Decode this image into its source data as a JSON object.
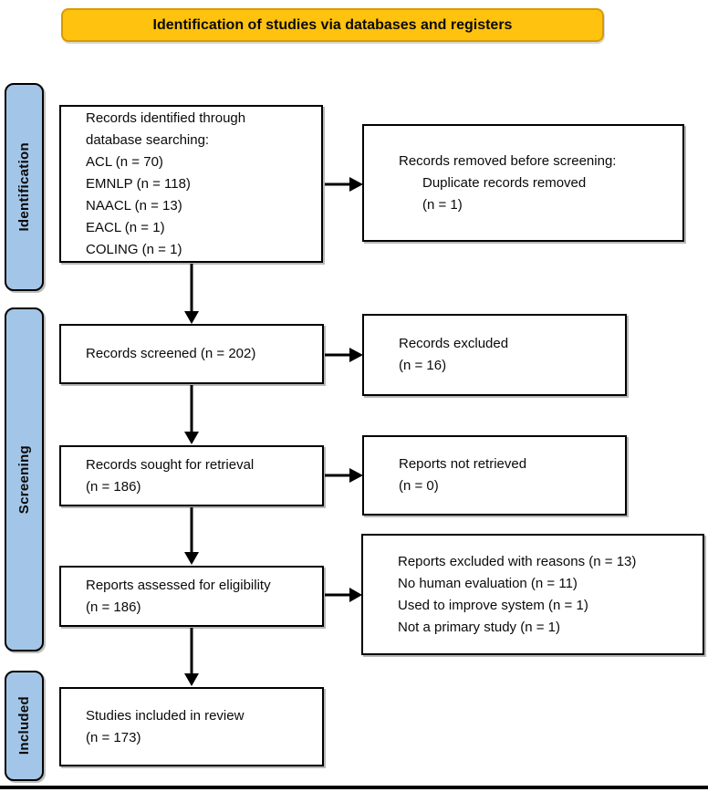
{
  "banner": {
    "text": "Identification of studies via databases and registers"
  },
  "stages": {
    "identification": "Identification",
    "screening": "Screening",
    "included": "Included"
  },
  "flow": {
    "identified": {
      "lines": [
        "Records identified through",
        "database searching:",
        "ACL (n = 70)",
        "EMNLP (n = 118)",
        "NAACL (n = 13)",
        "EACL (n = 1)",
        "COLING (n = 1)"
      ]
    },
    "removed_before_screening": {
      "lines": [
        "Records removed before screening:",
        "Duplicate records removed",
        "(n = 1)"
      ]
    },
    "screened": {
      "lines": [
        "Records screened (n = 202)"
      ]
    },
    "excluded": {
      "lines": [
        "Records excluded",
        "(n = 16)"
      ]
    },
    "sought": {
      "lines": [
        "Records sought for retrieval",
        "(n = 186)"
      ]
    },
    "not_retrieved": {
      "lines": [
        "Reports not retrieved",
        "(n = 0)"
      ]
    },
    "assessed": {
      "lines": [
        "Reports assessed for eligibility",
        "(n = 186)"
      ]
    },
    "excluded_reasons": {
      "lines": [
        "Reports excluded with reasons (n = 13)",
        "No human evaluation (n = 11)",
        "Used to improve system (n = 1)",
        "Not a primary study (n = 1)"
      ]
    },
    "included_review": {
      "lines": [
        "Studies included in review",
        "(n = 173)"
      ]
    }
  },
  "colors": {
    "banner_fill": "#FFC20E",
    "banner_border": "#D79B00",
    "stage_fill": "#A3C6E8",
    "box_border": "#000000",
    "arrow": "#000000"
  }
}
